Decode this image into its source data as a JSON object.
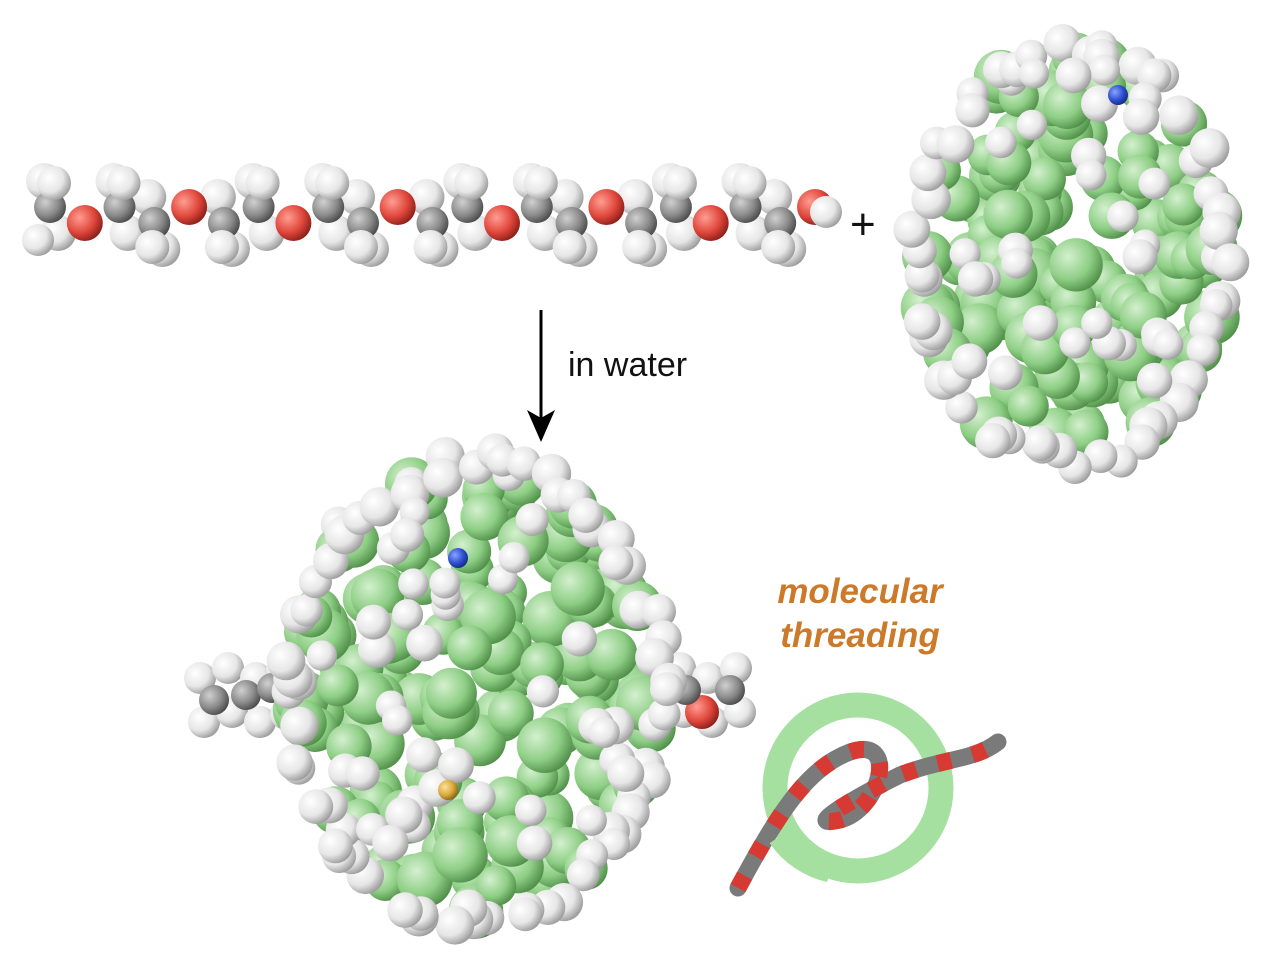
{
  "operator": "+",
  "reaction": {
    "condition": "in water"
  },
  "concept": {
    "line1": "molecular",
    "line2": "threading"
  },
  "colors": {
    "carbon_host": "#8fcf86",
    "hydrogen": "#f2f2f2",
    "oxygen": "#e0473c",
    "carbon_guest": "#8a8a8a",
    "nitrogen": "#2d4fd0",
    "sulfur": "#d9a83a",
    "accent": "#cc7a2a",
    "ring": "#a6e0a0"
  }
}
